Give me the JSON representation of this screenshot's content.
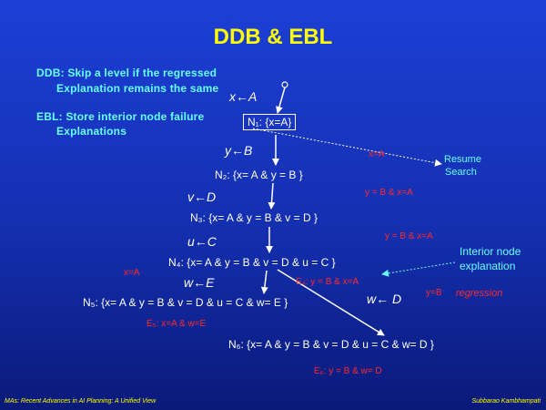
{
  "title": "DDB & EBL",
  "ddb_text": {
    "line1": "DDB: Skip a level if the regressed",
    "line2": "Explanation remains the same"
  },
  "ebl_text": {
    "line1": "EBL: Store interior node failure",
    "line2": "Explanations"
  },
  "assignments": {
    "x": "x←A",
    "y": "y←B",
    "v": "v←D",
    "u": "u←C",
    "w_left": "w←E",
    "w_right": "w← D"
  },
  "nodes": {
    "n1": "N₁: {x=A}",
    "n2": "N₂: {x= A & y = B }",
    "n3": "N₃: {x= A & y = B & v = D }",
    "n4": "N₄: {x= A & y = B & v = D & u = C }",
    "n5": "N₅: {x= A & y = B & v = D & u = C & w= E }",
    "n6": "N₆: {x= A & y = B & v = D & u = C & w= D }"
  },
  "annotations": {
    "xa_top": "x=A",
    "yb_xa_1": "y = B & x=A",
    "yb_xa_2": "y = B & x=A",
    "xa_left": "x=A",
    "e4": "E₄: y = B & x=A",
    "e5": "E₅: x=A & w=E",
    "e6": "E₆: y = B & w= D",
    "yb": "y=B",
    "regression": "regression",
    "resume1": "Resume",
    "resume2": "Search",
    "interior1": "Interior node",
    "interior2": "explanation"
  },
  "footer": {
    "left": "MAs: Recent Advances in AI Planning: A Unified View",
    "right": "Subbarao Kambhampati"
  },
  "colors": {
    "background": "#142fb0",
    "title": "#ffff00",
    "heading_text": "#66ffff",
    "node_text": "#ffffff",
    "annotation": "#ff2a2a",
    "resume_label": "#66ffff"
  }
}
